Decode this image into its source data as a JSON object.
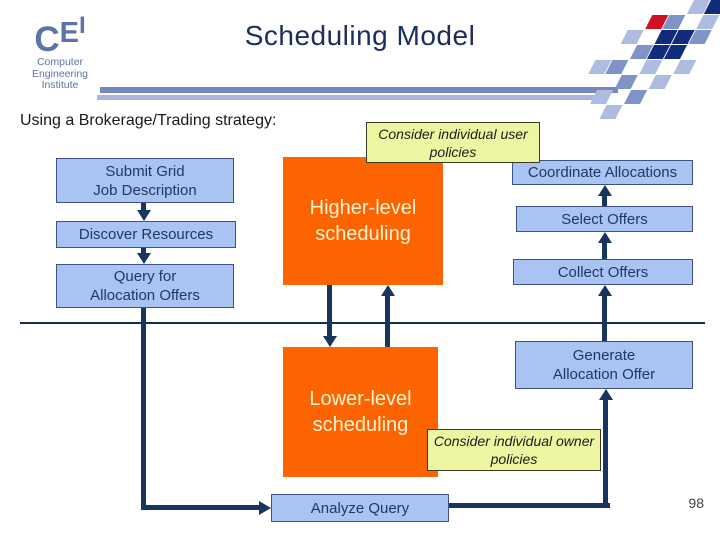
{
  "header": {
    "title": "Scheduling Model",
    "logo": {
      "letter_c": "C",
      "letter_e": "E",
      "letter_i": "I",
      "line1": "Computer",
      "line2": "Engineering",
      "line3": "Institute"
    }
  },
  "body": {
    "subtitle": "Using a Brokerage/Trading strategy:"
  },
  "diagram": {
    "user_note": "Consider individual user\npolicies",
    "owner_note": "Consider individual owner\npolicies",
    "submit": "Submit Grid\nJob Description",
    "discover": "Discover Resources",
    "query": "Query for\nAllocation Offers",
    "higher": "Higher-level\nscheduling",
    "coordinate": "Coordinate Allocations",
    "select": "Select Offers",
    "collect": "Collect Offers",
    "generate": "Generate\nAllocation Offer",
    "lower": "Lower-level\nscheduling",
    "analyze": "Analyze Query"
  },
  "footer": {
    "page_number": "98"
  },
  "colors": {
    "accent_navy": "#17355e",
    "title_navy": "#1b2c5e",
    "box_blue_fill": "#a9c3f3",
    "box_blue_border": "#3f4f87",
    "box_orange": "#fb6400",
    "orange_text": "#fdf3d2",
    "note_yellow": "#eef5a0",
    "logo_blue": "#5d72a8",
    "bar_dark": "#7688bb",
    "bar_light": "#aab6dd",
    "mosaic_red": "#cf1126",
    "mosaic_dark": "#0f2d7a"
  }
}
